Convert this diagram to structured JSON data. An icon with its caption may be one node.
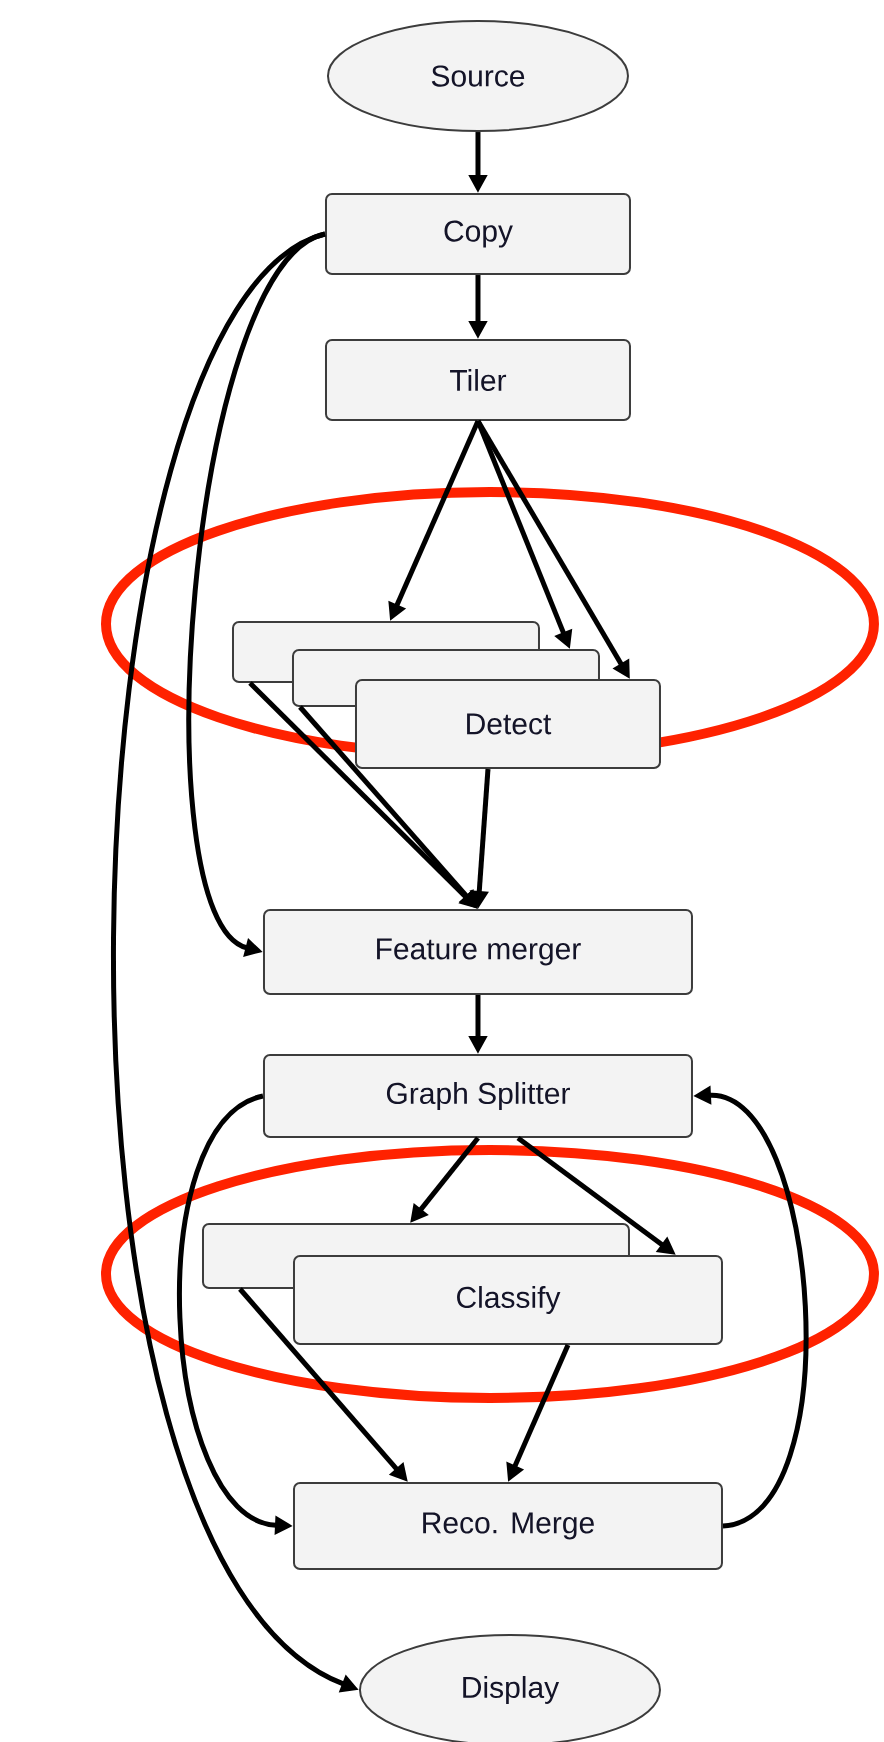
{
  "diagram": {
    "nodes": [
      {
        "text": [
          "Source"
        ]
      },
      {
        "text": [
          "Copy"
        ]
      },
      {
        "text": [
          "Tiler"
        ]
      },
      {
        "text": [],
        "shape": "box"
      },
      {
        "text": [],
        "shape": "box"
      },
      {
        "text": [
          "Detect"
        ]
      },
      {
        "text": [
          "Feature merger"
        ]
      },
      {
        "text": [
          "Graph Splitter"
        ]
      },
      {
        "text": [],
        "shape": "box"
      },
      {
        "text": [
          "Classify"
        ]
      },
      {
        "text": [
          "Reco. Merge"
        ]
      },
      {
        "text": [
          "Display"
        ]
      }
    ],
    "edges": [
      {
        "from": 0,
        "to": 1,
        "arrow": "to"
      },
      {
        "from": 1,
        "to": 2,
        "arrow": "to"
      },
      {
        "from": 2,
        "to": 3,
        "arrow": "to"
      },
      {
        "from": 2,
        "to": 4,
        "arrow": "to"
      },
      {
        "from": 2,
        "to": 5,
        "arrow": "to"
      },
      {
        "from": 3,
        "to": 6,
        "arrow": "to"
      },
      {
        "from": 4,
        "to": 6,
        "arrow": "to"
      },
      {
        "from": 5,
        "to": 6,
        "arrow": "to"
      },
      {
        "from": 1,
        "to": 6,
        "arrow": "to"
      },
      {
        "from": 1,
        "to": 11,
        "arrow": "to"
      },
      {
        "from": 6,
        "to": 7,
        "arrow": "to"
      },
      {
        "from": 7,
        "to": 8,
        "arrow": "to"
      },
      {
        "from": 7,
        "to": 9,
        "arrow": "to"
      },
      {
        "from": 8,
        "to": 10,
        "arrow": "to"
      },
      {
        "from": 9,
        "to": 10,
        "arrow": "to"
      },
      {
        "from": 7,
        "to": 10,
        "arrow": "to"
      },
      {
        "from": 10,
        "to": 7,
        "arrow": "to"
      }
    ]
  }
}
